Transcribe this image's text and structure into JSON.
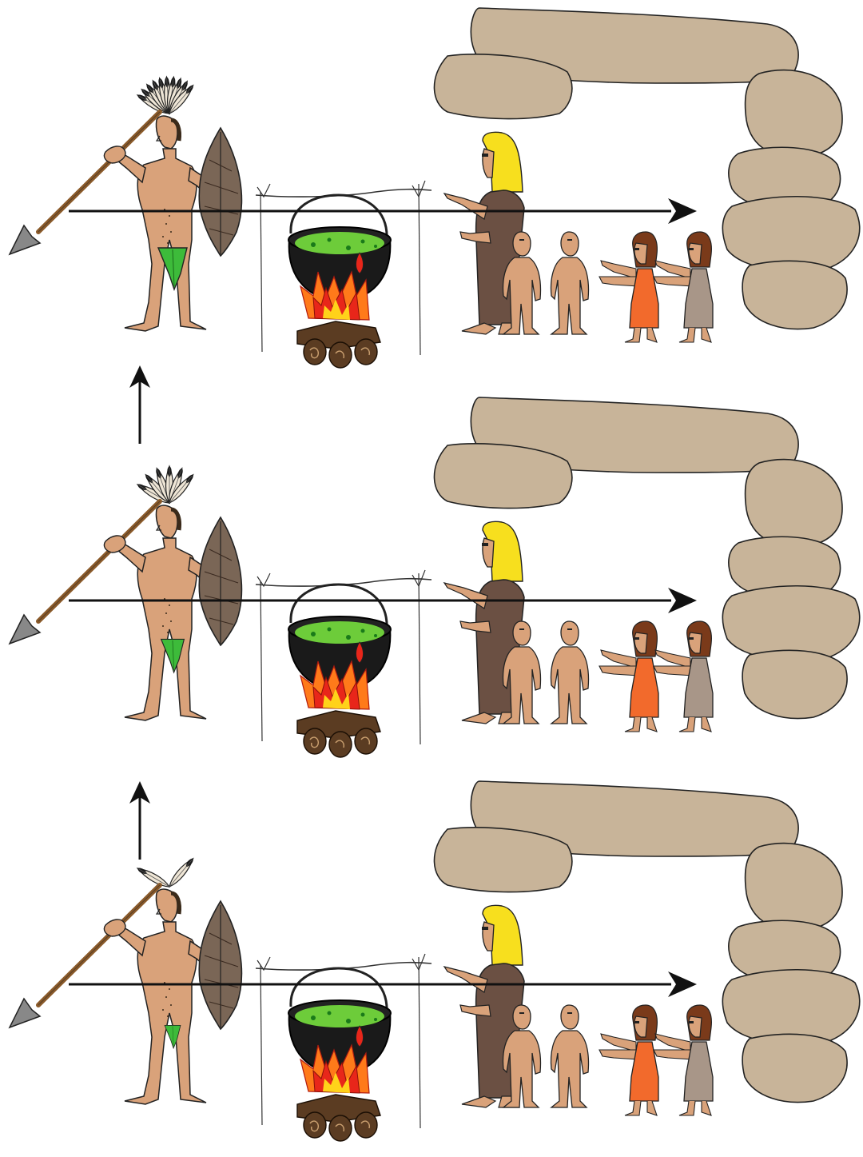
{
  "diagram": {
    "panels": [
      {
        "id": "panel-1",
        "feathers": 10,
        "soup_color": "#6dcc3a",
        "loincloth_size": "large",
        "arrow": "horizontal-right"
      },
      {
        "id": "panel-2",
        "feathers": 6,
        "soup_color": "#6dcc3a",
        "loincloth_size": "medium",
        "arrow": "horizontal-right"
      },
      {
        "id": "panel-3",
        "feathers": 2,
        "soup_color": "#6dcc3a",
        "loincloth_size": "small",
        "arrow": "horizontal-right"
      }
    ],
    "up_arrows": 2,
    "colors": {
      "skin": "#d9a27a",
      "cave_rock": "#c8b499",
      "mother_dress": "#6b5043",
      "girl1_dress": "#f26a2c",
      "girl2_dress": "#a89688",
      "hair_blonde": "#f7df1e",
      "hair_brown": "#7a3a1a",
      "fire_orange": "#ff7a1a",
      "fire_red": "#e8261a",
      "wood": "#5b3c22",
      "shield": "#7a6656",
      "spear_shaft": "#8a5a2a",
      "leaf": "#3dbb3a"
    },
    "icons": [
      "warrior-figure",
      "spear-icon",
      "shield-icon",
      "cooking-pot-icon",
      "campfire-icon",
      "mother-figure",
      "child-figure",
      "cave-icon",
      "arrow-right-icon",
      "arrow-up-icon"
    ]
  }
}
